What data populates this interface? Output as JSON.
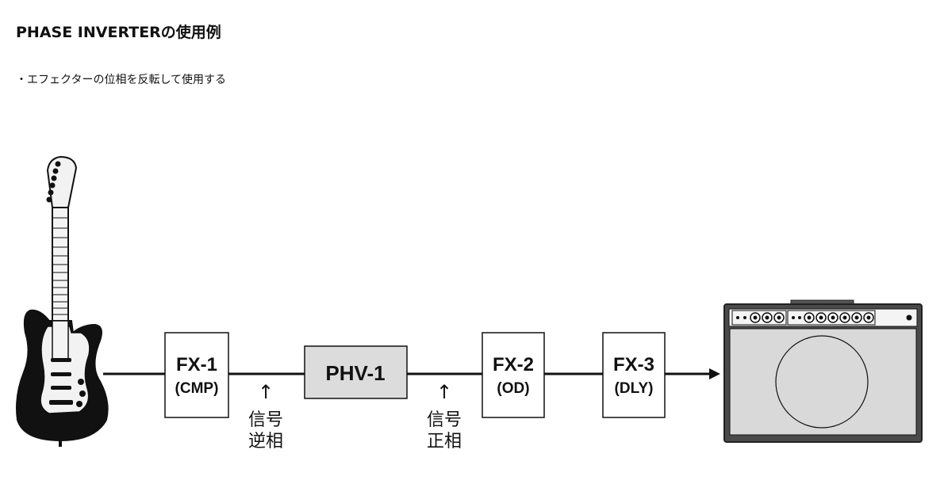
{
  "title": "PHASE INVERTERの使用例",
  "bullet": "・エフェクターの位相を反転して使用する",
  "colors": {
    "line": "#111111",
    "box_fill": "#ffffff",
    "phv_fill": "#dcdcdc",
    "amp_body": "#4a4a4a",
    "amp_panel": "#d9d9d9",
    "guitar_body": "#111111"
  },
  "blocks": [
    {
      "id": "fx1",
      "line1": "FX-1",
      "line2": "(CMP)"
    },
    {
      "id": "phv1",
      "line1": "PHV-1",
      "line2": ""
    },
    {
      "id": "fx2",
      "line1": "FX-2",
      "line2": "(OD)"
    },
    {
      "id": "fx3",
      "line1": "FX-3",
      "line2": "(DLY)"
    }
  ],
  "signals": [
    {
      "id": "reverse",
      "arrow": "↑",
      "line1": "信号",
      "line2": "逆相"
    },
    {
      "id": "normal",
      "arrow": "↑",
      "line1": "信号",
      "line2": "正相"
    }
  ],
  "icons": {
    "guitar": "electric-guitar-icon",
    "amp": "guitar-amplifier-icon"
  }
}
